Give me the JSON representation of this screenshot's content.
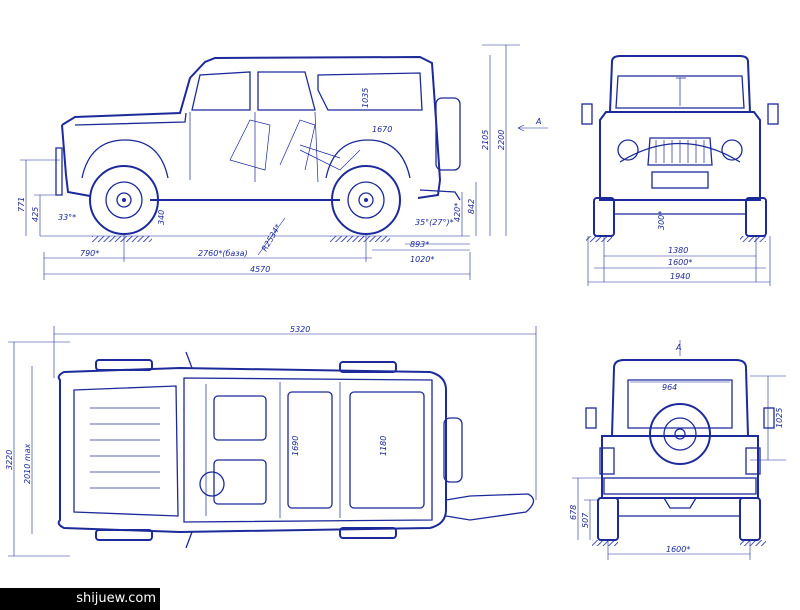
{
  "watermark": "shijuew.com",
  "side_view": {
    "dims": {
      "overall_length": "4570",
      "front_overhang": "790*",
      "wheelbase": "2760*(база)",
      "rear_overhang": "1020*",
      "rear_mount": "893*",
      "ground_clearance": "425",
      "front_height": "771",
      "approach_angle": "33°*",
      "rear_height_bumper": "842",
      "rear_hitch": "420*",
      "departure_angle": "35°(27°)*",
      "turn_radius": "R2534*",
      "belly": "340",
      "interior_length": "1670",
      "interior_height": "1035",
      "height_1": "2105",
      "height_2": "2200",
      "view_marker": "A"
    }
  },
  "front_view": {
    "dims": {
      "track": "1380",
      "axle_track": "1600*",
      "overall_width": "1940",
      "clearance": "300*"
    }
  },
  "top_view": {
    "dims": {
      "overall_length": "5320",
      "overall_width": "3220",
      "inner_width": "2010 max",
      "seat_a": "1690",
      "seat_b": "1180"
    }
  },
  "rear_view": {
    "dims": {
      "roof_width": "964",
      "roof_height": "1025",
      "bumper_height": "678",
      "hitch_height": "507",
      "track": "1600*",
      "view_marker": "A"
    }
  },
  "colors": {
    "ink": "#1c2a9a",
    "paper": "#ffffff"
  }
}
